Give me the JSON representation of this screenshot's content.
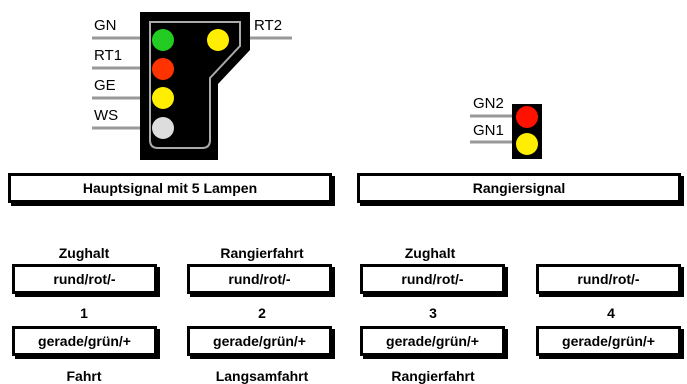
{
  "main_signal": {
    "lamps": [
      {
        "name": "GN",
        "color": "#22cc22"
      },
      {
        "name": "RT1",
        "color": "#ff3300"
      },
      {
        "name": "GE",
        "color": "#ffee00"
      },
      {
        "name": "WS",
        "color": "#dddddd"
      },
      {
        "name": "RT2",
        "color": "#ffee00"
      }
    ]
  },
  "shunt_signal": {
    "lamps": [
      {
        "name": "GN2",
        "color": "#ff1100"
      },
      {
        "name": "GN1",
        "color": "#ffee00"
      }
    ]
  },
  "captions": {
    "main": "Hauptsignal mit 5 Lampen",
    "shunt": "Rangiersignal"
  },
  "columns": [
    {
      "top_label": "Zughalt",
      "top_button": "rund/rot/-",
      "number": "1",
      "bottom_button": "gerade/grün/+",
      "bottom_label": "Fahrt"
    },
    {
      "top_label": "Rangierfahrt",
      "top_button": "rund/rot/-",
      "number": "2",
      "bottom_button": "gerade/grün/+",
      "bottom_label": "Langsamfahrt"
    },
    {
      "top_label": "Zughalt",
      "top_button": "rund/rot/-",
      "number": "3",
      "bottom_button": "gerade/grün/+",
      "bottom_label": "Rangierfahrt"
    },
    {
      "top_label": "",
      "top_button": "rund/rot/-",
      "number": "4",
      "bottom_button": "gerade/grün/+",
      "bottom_label": ""
    }
  ]
}
